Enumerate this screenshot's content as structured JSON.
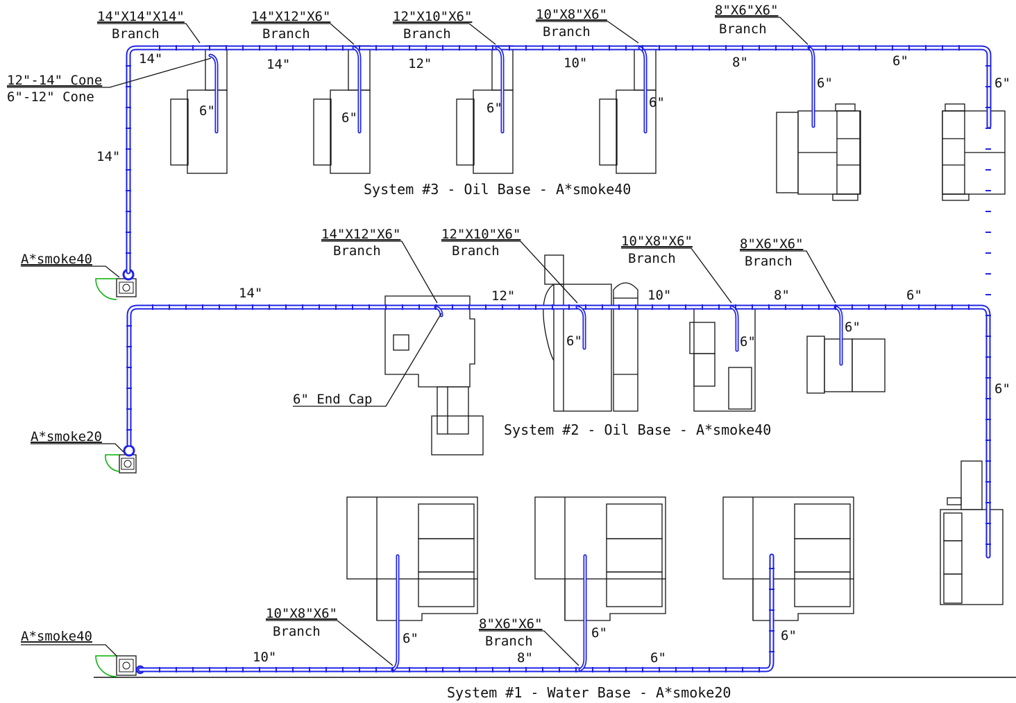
{
  "colors": {
    "duct": "#1e22e6",
    "door_arc": "#00b000",
    "linework": "#111111"
  },
  "icons": [
    "collector-unit-icon",
    "access-door-arc-icon"
  ],
  "system3": {
    "title": "System #3 - Oil Base - A*smoke40",
    "collector_label": "A*smoke40",
    "branches": [
      {
        "size": "14\"X14\"X14\"",
        "word": "Branch"
      },
      {
        "size": "14\"X12\"X6\"",
        "word": "Branch"
      },
      {
        "size": "12\"X10\"X6\"",
        "word": "Branch"
      },
      {
        "size": "10\"X8\"X6\"",
        "word": "Branch"
      },
      {
        "size": "8\"X6\"X6\"",
        "word": "Branch"
      }
    ],
    "cone_labels": [
      "12\"-14\" Cone",
      "6\"-12\" Cone"
    ],
    "duct_sizes": [
      "14\"",
      "14\"",
      "12\"",
      "10\"",
      "8\"",
      "6\"",
      "14\""
    ],
    "drop_sizes": [
      "6\"",
      "6\"",
      "6\"",
      "6\"",
      "6\"",
      "6\""
    ]
  },
  "system2": {
    "title": "System #2 - Oil Base - A*smoke40",
    "collector_label": "A*smoke20",
    "branches": [
      {
        "size": "14\"X12\"X6\"",
        "word": "Branch"
      },
      {
        "size": "12\"X10\"X6\"",
        "word": "Branch"
      },
      {
        "size": "10\"X8\"X6\"",
        "word": "Branch"
      },
      {
        "size": "8\"X6\"X6\"",
        "word": "Branch"
      }
    ],
    "end_cap_label": "6\" End Cap",
    "duct_sizes": [
      "14\"",
      "12\"",
      "10\"",
      "8\"",
      "6\"",
      "6\""
    ],
    "drop_sizes": [
      "6\"",
      "6\"",
      "6\""
    ]
  },
  "system1": {
    "title": "System #1 - Water Base - A*smoke20",
    "collector_label": "A*smoke40",
    "branches": [
      {
        "size": "10\"X8\"X6\"",
        "word": "Branch"
      },
      {
        "size": "8\"X6\"X6\"",
        "word": "Branch"
      }
    ],
    "duct_sizes": [
      "10\"",
      "8\"",
      "6\""
    ],
    "drop_sizes": [
      "6\"",
      "6\"",
      "6\""
    ]
  }
}
